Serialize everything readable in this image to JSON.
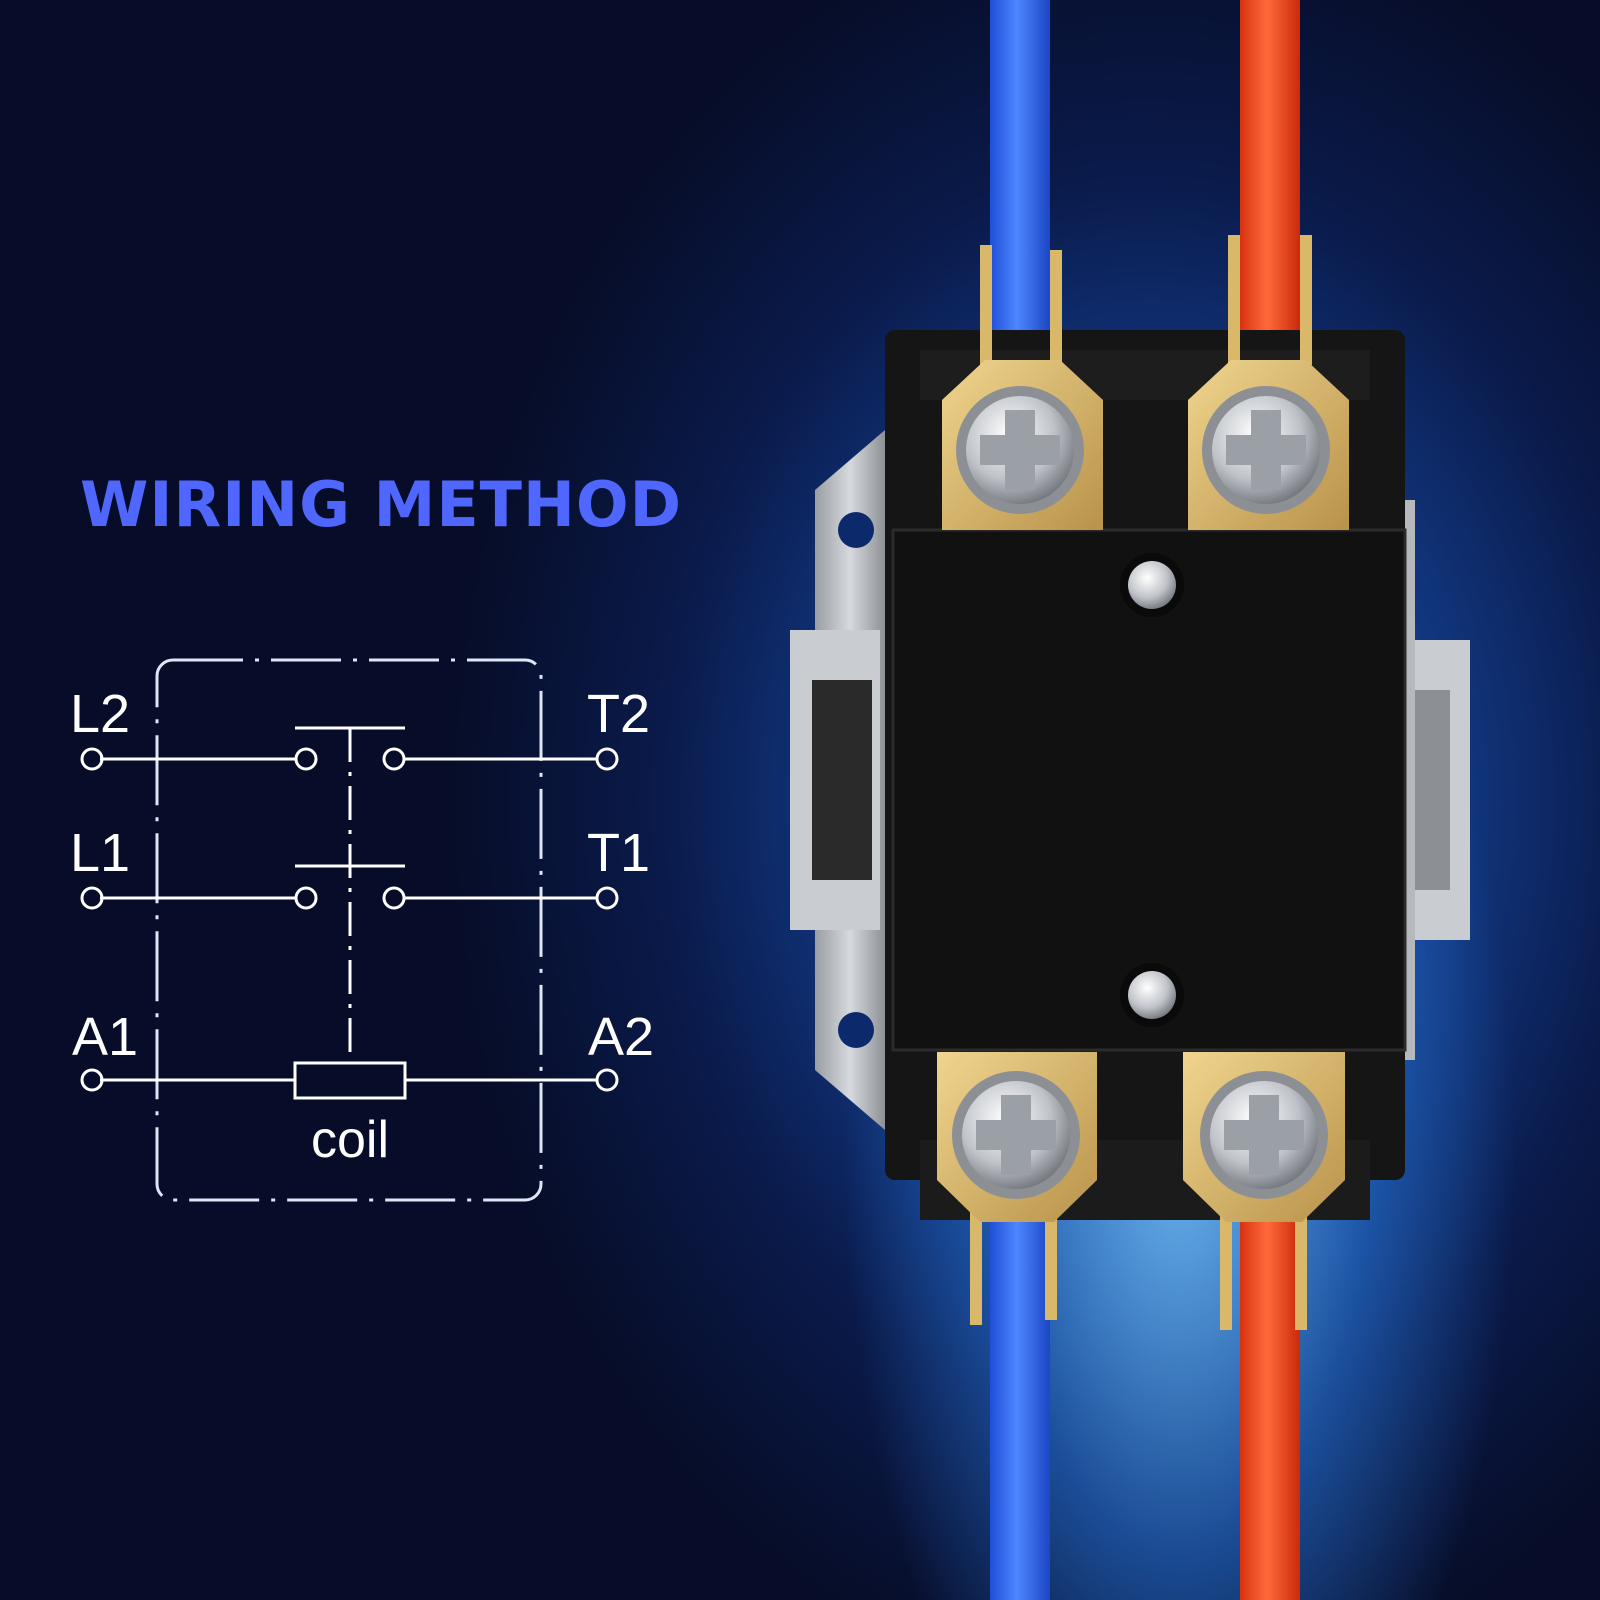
{
  "title": "WIRING METHOD",
  "diagram": {
    "terminals_left": [
      "L2",
      "L1",
      "A1"
    ],
    "terminals_right": [
      "T2",
      "T1",
      "A2"
    ],
    "coil_label": "coil"
  },
  "colors": {
    "title": "#4f66ff",
    "background_dark": "#070c25",
    "background_glow": "#1f63c4",
    "wire_blue": "#2f6fff",
    "wire_red": "#ff4a1f",
    "terminal_brass": "#d9b86a",
    "contactor_body": "#141414"
  }
}
